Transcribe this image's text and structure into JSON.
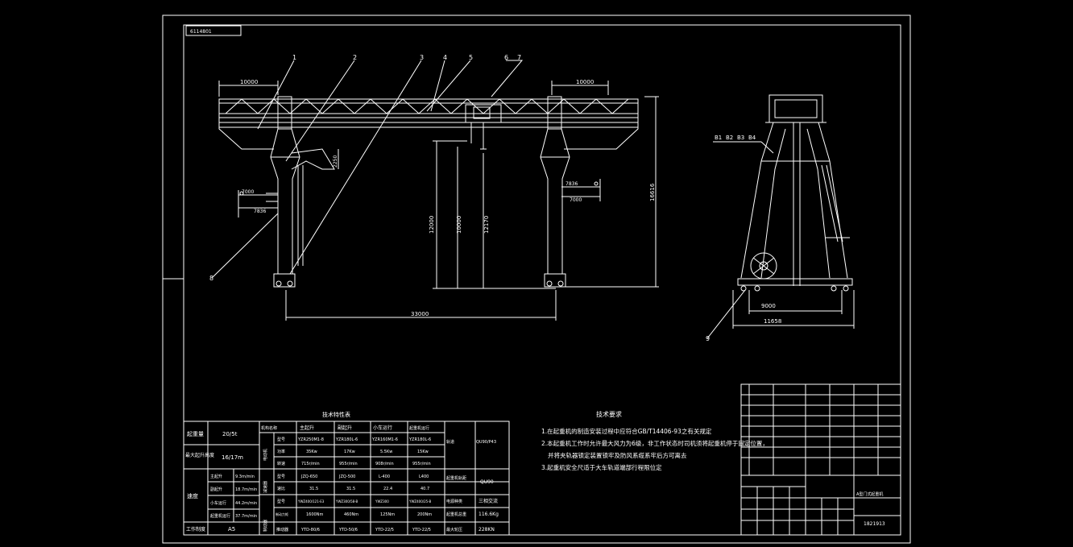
{
  "title_tag": "6114801",
  "callouts": [
    "1",
    "2",
    "3",
    "4",
    "5",
    "6",
    "7",
    "8",
    "9"
  ],
  "dims": {
    "front_top_left": "10000",
    "front_top_right": "10000",
    "span": "33000",
    "h1": "12000",
    "h2": "10000",
    "h3": "12170",
    "side_right": "16616",
    "left_a": "7000",
    "left_b": "7836",
    "right_a": "7836",
    "right_b": "7000",
    "small_v": "2250",
    "wheel_base": "9000",
    "width_total": "11658"
  },
  "side_labels": [
    "B1",
    "B2",
    "B3",
    "B4"
  ],
  "tech_table": {
    "title": "技术特性表",
    "cap_label": "起重量",
    "cap_value": "20/5t",
    "lift_label": "最大起升高度",
    "lift_value": "16/17m",
    "speed_label": "速度",
    "speed_rows": [
      {
        "name": "主起升",
        "value": "9.3m/min"
      },
      {
        "name": "副起升",
        "value": "18.7m/min"
      },
      {
        "name": "小车运行",
        "value": "44.2m/min"
      },
      {
        "name": "起重机运行",
        "value": "37.7m/min"
      }
    ],
    "duty_label": "工作制度",
    "duty_value": "A5",
    "headers": [
      "机构名称",
      "主起升",
      "副起升",
      "小车运行",
      "起重机运行"
    ],
    "motor_group": "电动机",
    "motor_rows": [
      {
        "name": "型号",
        "vals": [
          "YZR250M1-8",
          "YZR180L-6",
          "YZR160M1-6",
          "YZR180L-6"
        ]
      },
      {
        "name": "功率",
        "vals": [
          "35Kw",
          "17Kw",
          "5.5Kw",
          "15Kw"
        ]
      },
      {
        "name": "转速",
        "vals": [
          "715r/min",
          "955r/min",
          "908r/min",
          "955r/min"
        ]
      }
    ],
    "reducer_group": "减速器",
    "reducer_rows": [
      {
        "name": "型号",
        "vals": [
          "JZQ-650",
          "JZQ-500",
          "L-400",
          "L400"
        ]
      },
      {
        "name": "速比",
        "vals": [
          "31.5",
          "31.5",
          "22.4",
          "40.7"
        ]
      }
    ],
    "brake_group": "制动器",
    "brake_rows": [
      {
        "name": "型号",
        "vals": [
          "YWZ400/121-E3",
          "YWZ300/58-B",
          "YWZ300",
          "YWZ400/25-B"
        ]
      },
      {
        "name": "制动力矩",
        "vals": [
          "1600Nm",
          "460Nm",
          "125Nm",
          "200Nm"
        ]
      },
      {
        "name": "推动器",
        "vals": [
          "YTD-80/6",
          "YTD-50/6",
          "YTD-22/5",
          "YTD-22/5"
        ]
      }
    ],
    "right_col": [
      {
        "label": "轨道",
        "value": "QU90/P43"
      },
      {
        "label": "起重机轨距",
        "value": "QU90"
      },
      {
        "label": "电源种类",
        "value": "三相交流"
      },
      {
        "label": "起重机总重",
        "value": "116.6Kg"
      },
      {
        "label": "最大轮压",
        "value": "228KN"
      }
    ]
  },
  "requirements": {
    "title": "技术要求",
    "items": [
      "1.在起重机的制造安装过程中应符合GB/T14406-93之有关规定",
      "2.本起重机工作时允许最大风力为6级，非工作状态时司机须将起重机停于固定位置，",
      "并将夹轨器锁定装置锁牢及防风系缆系牢后方可离去",
      "3.起重机安全尺适于大车轨道端部行程限位定"
    ]
  },
  "title_block": {
    "name": "A型门式起重机",
    "drawing_no": "1821913"
  }
}
